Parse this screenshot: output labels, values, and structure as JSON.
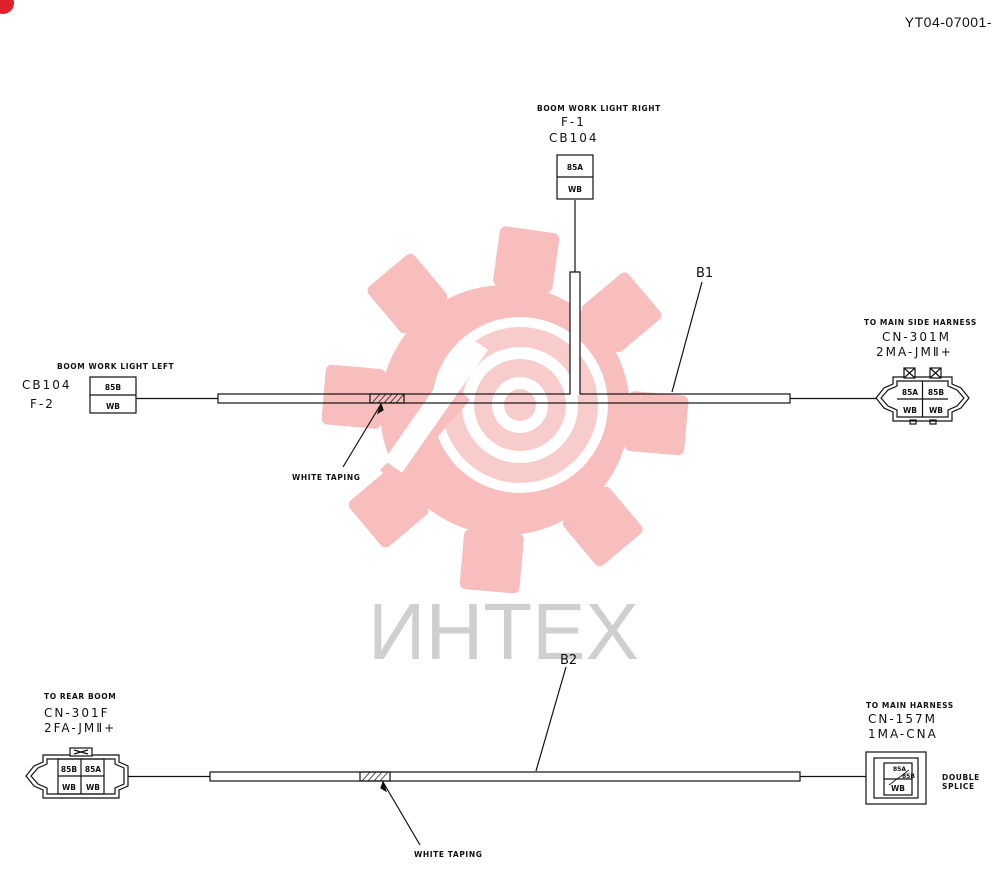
{
  "doc_id": "YT04-07001-",
  "watermark": {
    "text": "ИНТЕХ",
    "color": "#f5a3a3"
  },
  "harness_b1": {
    "label": "B1",
    "top_connector": {
      "title": "BOOM WORK LIGHT RIGHT",
      "line1": "F-1",
      "line2": "CB104",
      "pin": "85A",
      "wire": "WB"
    },
    "left_connector": {
      "title": "BOOM WORK LIGHT LEFT",
      "line1": "CB104",
      "line2": "F-2",
      "pin": "85B",
      "wire": "WB"
    },
    "right_connector": {
      "title": "TO MAIN SIDE HARNESS",
      "line1": "CN-301M",
      "line2": "2MA-JMⅡ+",
      "pins": [
        "85A",
        "85B"
      ],
      "wires": [
        "WB",
        "WB"
      ]
    },
    "taping": "WHITE TAPING"
  },
  "harness_b2": {
    "label": "B2",
    "left_connector": {
      "title": "TO REAR BOOM",
      "line1": "CN-301F",
      "line2": "2FA-JMⅡ+",
      "pins": [
        "85B",
        "85A"
      ],
      "wires": [
        "WB",
        "WB"
      ]
    },
    "right_connector": {
      "title": "TO MAIN HARNESS",
      "line1": "CN-157M",
      "line2": "1MA-CNA",
      "pins": [
        "85A",
        "85B"
      ],
      "wire": "WB",
      "note_line1": "DOUBLE",
      "note_line2": "SPLICE"
    },
    "taping": "WHITE TAPING"
  }
}
